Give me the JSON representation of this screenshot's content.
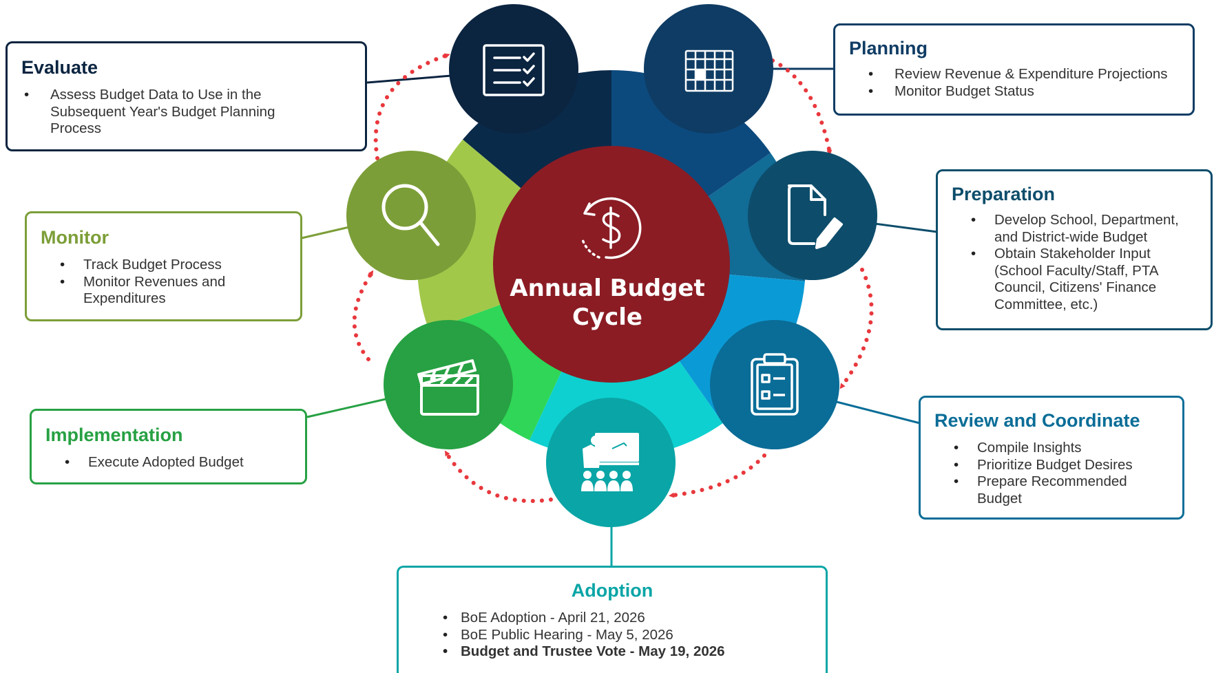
{
  "center": {
    "line1": "Annual Budget",
    "line2": "Cycle"
  },
  "colors": {
    "evaluate": "#0b2440",
    "planning": "#0f3c64",
    "preparation": "#0d4d6b",
    "review": "#0a6d97",
    "adoption": "#0aa5a6",
    "implementation": "#27a143",
    "monitor": "#7c9e38",
    "center": "#8b1c24",
    "arrows": "#e8383d"
  },
  "stages": {
    "evaluate": {
      "title": "Evaluate",
      "items": [
        "Assess Budget Data to Use in the Subsequent Year's Budget Planning Process"
      ],
      "icon": "checklist-icon"
    },
    "planning": {
      "title": "Planning",
      "items": [
        "Review Revenue & Expenditure Projections",
        "Monitor Budget Status"
      ],
      "icon": "calendar-grid-icon"
    },
    "preparation": {
      "title": "Preparation",
      "items": [
        "Develop School, Department, and District-wide Budget",
        "Obtain Stakeholder Input (School Faculty/Staff, PTA Council, Citizens' Finance Committee, etc.)"
      ],
      "icon": "document-edit-icon"
    },
    "review": {
      "title": "Review and Coordinate",
      "items": [
        "Compile Insights",
        "Prioritize Budget Desires",
        "Prepare Recommended Budget"
      ],
      "icon": "clipboard-icon"
    },
    "adoption": {
      "title": "Adoption",
      "items": [
        "BoE Adoption - April 21, 2026",
        "BoE Public Hearing - May 5, 2026"
      ],
      "items_bold": [
        "Budget and Trustee Vote - May 19, 2026"
      ],
      "icon": "presentation-icon"
    },
    "implementation": {
      "title": "Implementation",
      "items": [
        "Execute Adopted Budget"
      ],
      "icon": "clapperboard-icon"
    },
    "monitor": {
      "title": "Monitor",
      "items": [
        "Track Budget Process",
        "Monitor Revenues and Expenditures"
      ],
      "icon": "magnifier-icon"
    }
  }
}
